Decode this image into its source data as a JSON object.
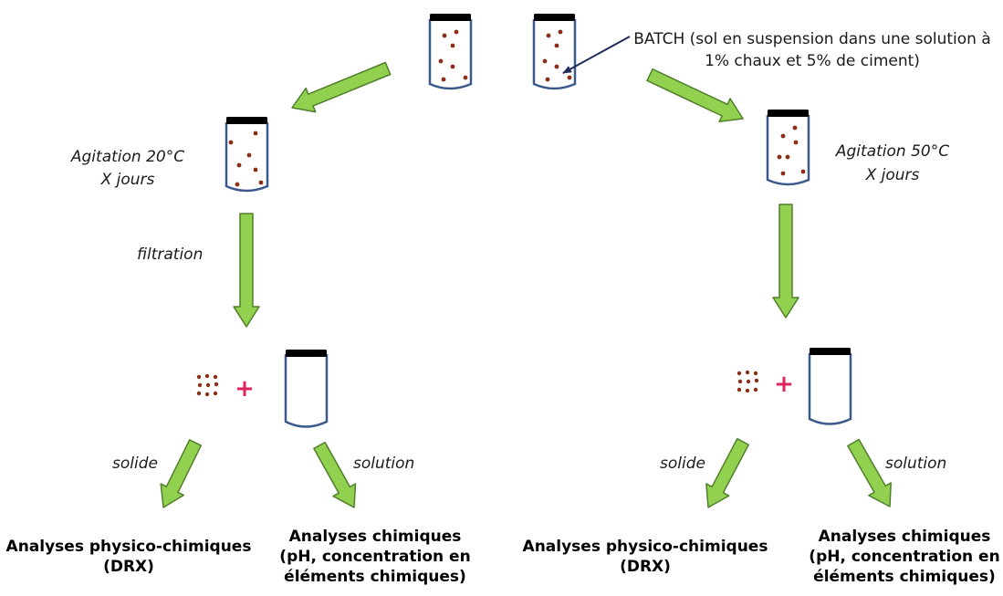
{
  "batch_label": {
    "line1": "BATCH (sol en suspension dans une solution à",
    "line2": "1% chaux et 5% de ciment)"
  },
  "left_branch": {
    "agitation_line1": "Agitation 20°C",
    "agitation_line2": "X jours",
    "filtration": "filtration",
    "plus_sign": "+",
    "solide": "solide",
    "solution": "solution",
    "result_solid_line1": "Analyses physico-chimiques",
    "result_solid_line2": "(DRX)",
    "result_solution_line1": "Analyses chimiques",
    "result_solution_line2": "(pH, concentration en",
    "result_solution_line3": "éléments chimiques)"
  },
  "right_branch": {
    "agitation_line1": "Agitation 50°C",
    "agitation_line2": "X jours",
    "plus_sign": "+",
    "solide": "solide",
    "solution": "solution",
    "result_solid_line1": "Analyses physico-chimiques",
    "result_solid_line2": "(DRX)",
    "result_solution_line1": "Analyses chimiques",
    "result_solution_line2": "(pH, concentration en",
    "result_solution_line3": "éléments chimiques)"
  },
  "colors": {
    "arrow_fill": "#92d050",
    "arrow_stroke": "#4f7f2a",
    "tube_stroke": "#3a5a8c",
    "cap": "#000000",
    "particle": "#8b2e16",
    "plus": "#e0245e",
    "pointer": "#1f2d5a"
  }
}
